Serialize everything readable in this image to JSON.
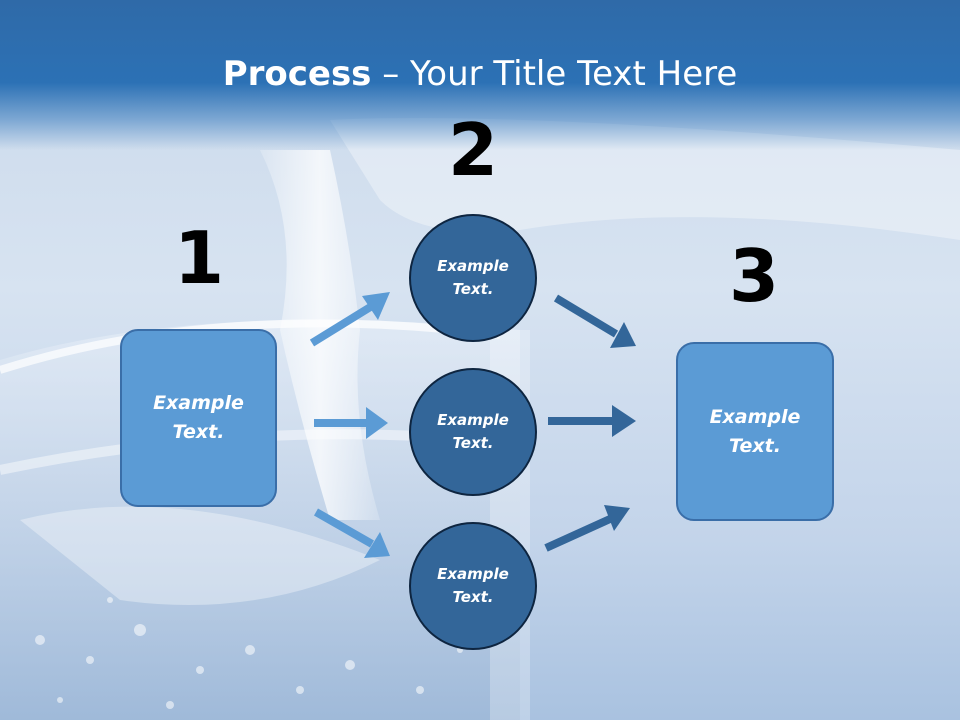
{
  "title": {
    "bold": "Process",
    "rest": " – Your Title Text Here"
  },
  "steps": [
    {
      "number": "1",
      "label": "Example\nText."
    },
    {
      "number": "2",
      "label": "Example\nText."
    },
    {
      "number": "3",
      "label": "Example\nText."
    }
  ],
  "middle_circles": [
    {
      "label": "Example\nText."
    },
    {
      "label": "Example\nText."
    },
    {
      "label": "Example\nText."
    }
  ],
  "colors": {
    "box_fill": "#5b9bd5",
    "circle_fill": "#336699",
    "arrow_left": "#5b9bd5",
    "arrow_right": "#336699",
    "title_band": "#2c71b5"
  }
}
